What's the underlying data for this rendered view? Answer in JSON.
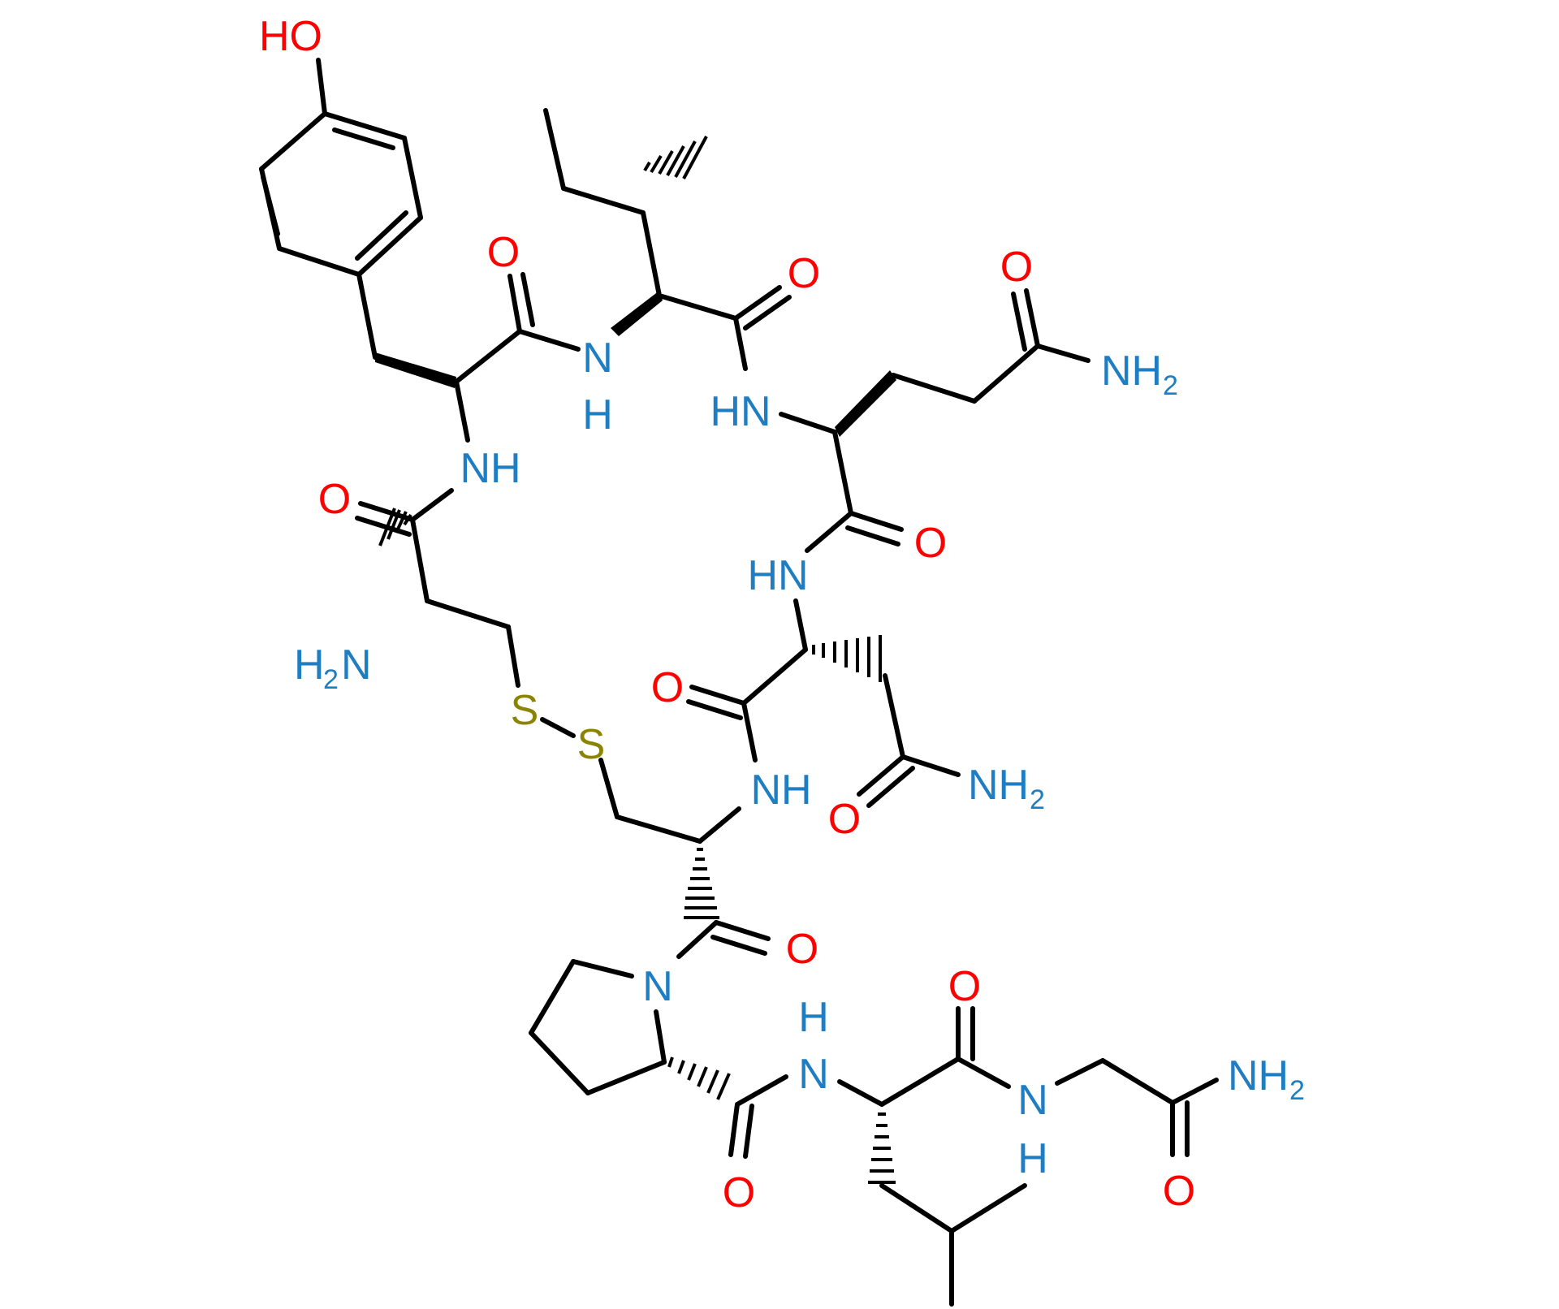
{
  "colors": {
    "bond": "#000000",
    "O": "#ff0000",
    "N": "#1f7dc2",
    "S": "#8a8400"
  },
  "atoms": {
    "ho": "HO",
    "o_tyr_co": "O",
    "n_ile_amide": "N",
    "h_ile_amide": "H",
    "o_ile_co": "O",
    "hn_gln": "HN",
    "o_gln_side": "O",
    "nh2_gln": "NH",
    "nh_tyr": "NH",
    "o_cys_co": "O",
    "h2n_cys": "H",
    "h2n_cys_n": "N",
    "o_gln_co": "O",
    "hn_asn": "HN",
    "o_asn_co": "O",
    "s1": "S",
    "s2": "S",
    "nh_cys2": "NH",
    "o_asn_side": "O",
    "nh2_asn": "NH",
    "o_cys2_co": "O",
    "n_pro": "N",
    "h_leu": "H",
    "n_leu": "N",
    "o_leu_co": "O",
    "n_gly": "N",
    "h_gly": "H",
    "nh2_gly": "NH",
    "o_gly_co": "O",
    "o_pro_co": "O",
    "sub2": "2"
  }
}
